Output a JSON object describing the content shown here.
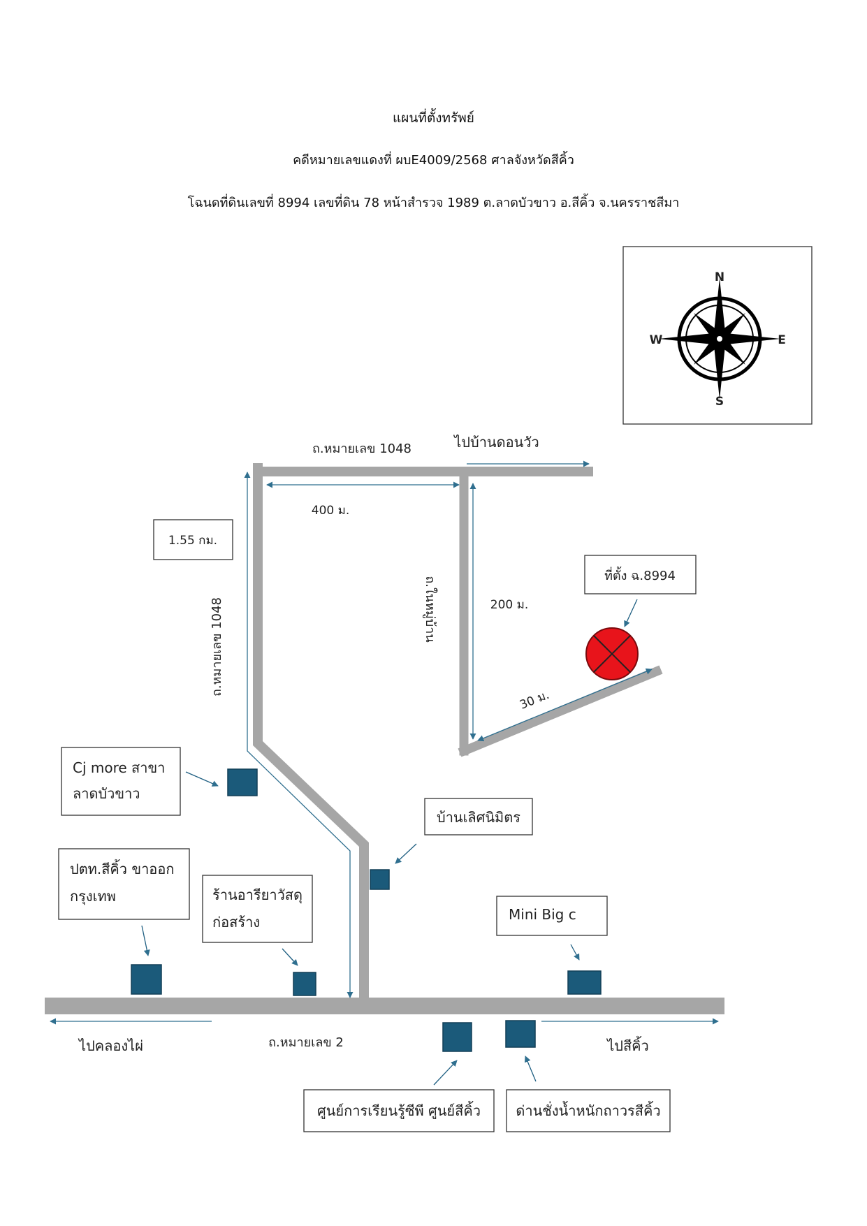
{
  "header": {
    "title": "แผนที่ตั้งทรัพย์",
    "case": "คดีหมายเลขแดงที่ ผบE4009/2568 ศาลจังหวัดสีคิ้ว",
    "deed": "โฉนดที่ดินเลขที่ 8994 เลขที่ดิน 78 หน้าสำรวจ 1989 ต.ลาดบัวขาว อ.สีคิ้ว จ.นครราชสีมา"
  },
  "compass": {
    "n": "N",
    "s": "S",
    "e": "E",
    "w": "W",
    "icon": "compass-rose-icon"
  },
  "roads": {
    "road_1048_top": "ถ.หมายเลข 1048",
    "road_1048_side": "ถ.หมายเลข 1048",
    "road_2": "ถ.หมายเลข 2",
    "road_village": "ถ.ในหมู่บ้าน"
  },
  "directions": {
    "to_don_wua": "ไปบ้านดอนวัว",
    "to_khlong_phai": "ไปคลองไผ่",
    "to_sikhio": "ไปสีคิ้ว"
  },
  "distances": {
    "d400": "400 ม.",
    "d155": "1.55 กม.",
    "d200": "200 ม.",
    "d30": "30 ม."
  },
  "site": {
    "label": "ที่ตั้ง ฉ.8994",
    "marker_color": "#e8141b"
  },
  "landmarks": {
    "cj_line1": "Cj more สาขา",
    "cj_line2": "ลาดบัวขาว",
    "ptt_line1": "ปตท.สีคิ้ว ขาออก",
    "ptt_line2": "กรุงเทพ",
    "ari_line1": "ร้านอารียาวัสดุ",
    "ari_line2": "ก่อสร้าง",
    "lert": "บ้านเลิศนิมิตร",
    "bigc": "Mini Big c",
    "cp": "ศูนย์การเรียนรู้ซีพี ศูนย์สีคิ้ว",
    "weigh": "ด่านชั่งน้ำหนักถาวรสีคิ้ว"
  },
  "colors": {
    "road": "#a6a6a6",
    "building": "#1b5a7a",
    "arrow": "#2f6f8f"
  }
}
